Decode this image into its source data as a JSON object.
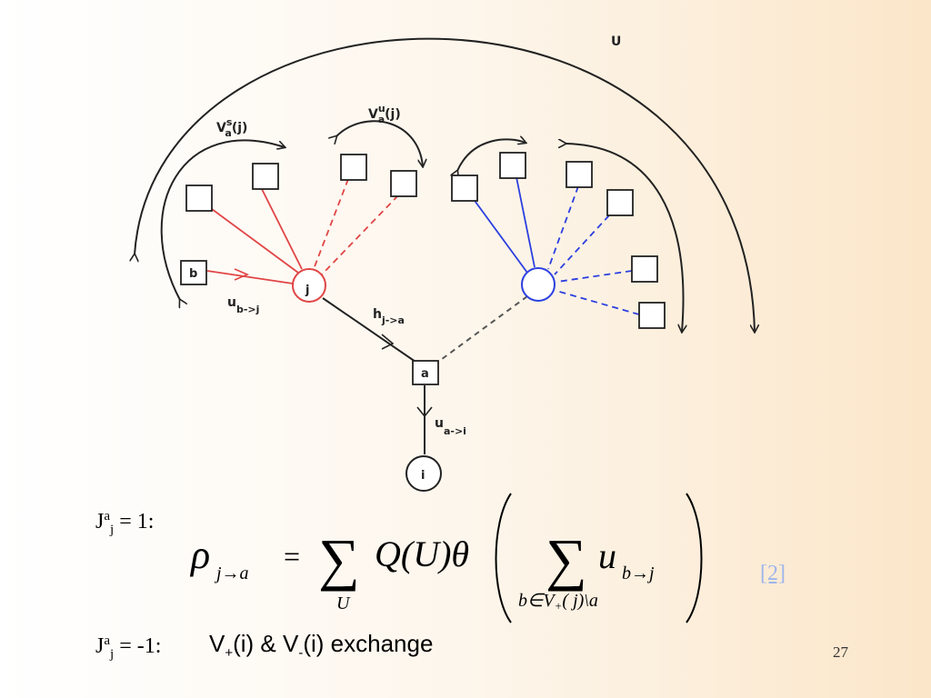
{
  "diagram": {
    "label_U": "U",
    "label_vs": "V",
    "label_vs_sup": "s",
    "label_vs_sub": "a",
    "label_vs_arg": "(j)",
    "label_vu": "V",
    "label_vu_sup": "u",
    "label_vu_sub": "a",
    "label_vu_arg": "(j)",
    "node_b": "b",
    "node_j": "j",
    "node_a": "a",
    "node_i": "i",
    "label_u_b": "u",
    "label_u_b_sub": "b->j",
    "label_h": "h",
    "label_h_sub": "j->a",
    "label_u_a": "u",
    "label_u_a_sub": "a->i",
    "colors": {
      "red": "#e04545",
      "blue": "#2b3fe0",
      "black": "#222222"
    }
  },
  "equations": {
    "eq1": {
      "J": "J",
      "sup": "a",
      "sub": "j",
      "rest": " = 1:"
    },
    "eq2": {
      "J": "J",
      "sup": "a",
      "sub": "j",
      "rest": " = -1:"
    },
    "formula": {
      "rho": "ρ",
      "rho_sub": "j→a",
      "equals": "=",
      "sum": "∑",
      "sum_sub": "U",
      "body": "Q(U)θ",
      "inner_sum": "∑",
      "inner_u": "u",
      "inner_u_sub": "b→j",
      "inner_sum_sub": "b∈V",
      "inner_sum_sub_plus": "+",
      "inner_sum_sub_rest": "( j)\\a"
    },
    "exchange": {
      "v1": "V",
      "v1_sub": "+",
      "mid": "(i) & V",
      "v2_sub": "-",
      "end": "(i) exchange"
    }
  },
  "reference": "[2]",
  "page_number": "27"
}
